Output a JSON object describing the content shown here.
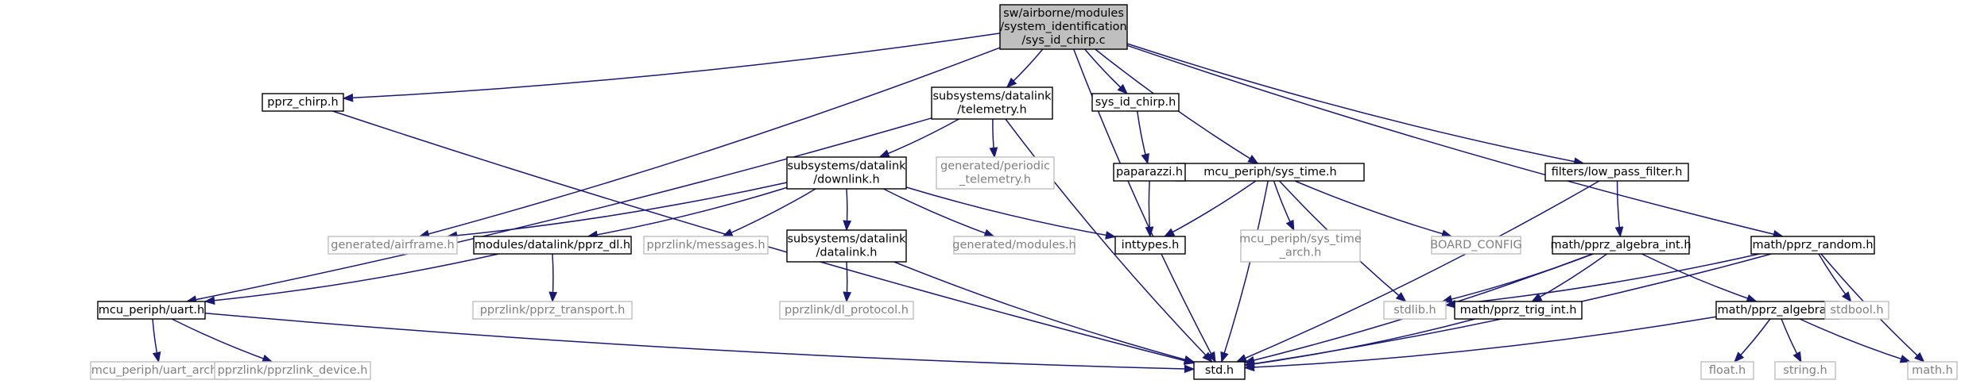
{
  "colors": {
    "edge": "#191970",
    "background": "#ffffff",
    "root_fill": "#bfbfbf",
    "node_border": "#000000",
    "missing_border": "#bfbfbf",
    "missing_text": "#808080",
    "text": "#000000"
  },
  "nodes": [
    {
      "id": "root",
      "lines": [
        "sw/airborne/modules",
        "/system_identification",
        "/sys_id_chirp.c"
      ],
      "style": "root"
    },
    {
      "id": "pprz_chirp",
      "lines": [
        "pprz_chirp.h"
      ],
      "style": "normal"
    },
    {
      "id": "telemetry",
      "lines": [
        "subsystems/datalink",
        "/telemetry.h"
      ],
      "style": "normal"
    },
    {
      "id": "sys_id_chirp_h",
      "lines": [
        "sys_id_chirp.h"
      ],
      "style": "normal"
    },
    {
      "id": "sys_time",
      "lines": [
        "mcu_periph/sys_time.h"
      ],
      "style": "normal"
    },
    {
      "id": "low_pass",
      "lines": [
        "filters/low_pass_filter.h"
      ],
      "style": "normal"
    },
    {
      "id": "pprz_random",
      "lines": [
        "math/pprz_random.h"
      ],
      "style": "normal"
    },
    {
      "id": "downlink",
      "lines": [
        "subsystems/datalink",
        "/downlink.h"
      ],
      "style": "normal"
    },
    {
      "id": "periodic",
      "lines": [
        "generated/periodic",
        "_telemetry.h"
      ],
      "style": "missing"
    },
    {
      "id": "paparazzi",
      "lines": [
        "paparazzi.h"
      ],
      "style": "normal"
    },
    {
      "id": "airframe",
      "lines": [
        "generated/airframe.h"
      ],
      "style": "missing"
    },
    {
      "id": "pprz_dl",
      "lines": [
        "modules/datalink/pprz_dl.h"
      ],
      "style": "normal"
    },
    {
      "id": "messages",
      "lines": [
        "pprzlink/messages.h"
      ],
      "style": "missing"
    },
    {
      "id": "datalink",
      "lines": [
        "subsystems/datalink",
        "/datalink.h"
      ],
      "style": "normal"
    },
    {
      "id": "modules",
      "lines": [
        "generated/modules.h"
      ],
      "style": "missing"
    },
    {
      "id": "inttypes",
      "lines": [
        "inttypes.h"
      ],
      "style": "normal"
    },
    {
      "id": "sys_time_arch",
      "lines": [
        "mcu_periph/sys_time",
        "_arch.h"
      ],
      "style": "missing"
    },
    {
      "id": "board_config",
      "lines": [
        "BOARD_CONFIG"
      ],
      "style": "missing"
    },
    {
      "id": "algebra_int",
      "lines": [
        "math/pprz_algebra_int.h"
      ],
      "style": "normal"
    },
    {
      "id": "uart",
      "lines": [
        "mcu_periph/uart.h"
      ],
      "style": "normal"
    },
    {
      "id": "pprz_transport",
      "lines": [
        "pprzlink/pprz_transport.h"
      ],
      "style": "missing"
    },
    {
      "id": "dl_protocol",
      "lines": [
        "pprzlink/dl_protocol.h"
      ],
      "style": "missing"
    },
    {
      "id": "stdlib",
      "lines": [
        "stdlib.h"
      ],
      "style": "missing"
    },
    {
      "id": "trig_int",
      "lines": [
        "math/pprz_trig_int.h"
      ],
      "style": "normal"
    },
    {
      "id": "algebra",
      "lines": [
        "math/pprz_algebra.h"
      ],
      "style": "normal"
    },
    {
      "id": "stdbool",
      "lines": [
        "stdbool.h"
      ],
      "style": "missing"
    },
    {
      "id": "uart_arch",
      "lines": [
        "mcu_periph/uart_arch.h"
      ],
      "style": "missing"
    },
    {
      "id": "pprzlink_device",
      "lines": [
        "pprzlink/pprzlink_device.h"
      ],
      "style": "missing"
    },
    {
      "id": "std",
      "lines": [
        "std.h"
      ],
      "style": "normal"
    },
    {
      "id": "float",
      "lines": [
        "float.h"
      ],
      "style": "missing"
    },
    {
      "id": "string",
      "lines": [
        "string.h"
      ],
      "style": "missing"
    },
    {
      "id": "math",
      "lines": [
        "math.h"
      ],
      "style": "missing"
    }
  ],
  "edges": [
    [
      "root",
      "std"
    ],
    [
      "root",
      "pprz_chirp"
    ],
    [
      "root",
      "airframe"
    ],
    [
      "root",
      "telemetry"
    ],
    [
      "root",
      "sys_id_chirp_h"
    ],
    [
      "root",
      "sys_time"
    ],
    [
      "root",
      "low_pass"
    ],
    [
      "root",
      "pprz_random"
    ],
    [
      "pprz_chirp",
      "std"
    ],
    [
      "telemetry",
      "downlink"
    ],
    [
      "telemetry",
      "periodic"
    ],
    [
      "telemetry",
      "uart"
    ],
    [
      "telemetry",
      "std"
    ],
    [
      "sys_id_chirp_h",
      "paparazzi"
    ],
    [
      "paparazzi",
      "inttypes"
    ],
    [
      "downlink",
      "airframe"
    ],
    [
      "downlink",
      "pprz_dl"
    ],
    [
      "downlink",
      "messages"
    ],
    [
      "downlink",
      "datalink"
    ],
    [
      "downlink",
      "modules"
    ],
    [
      "downlink",
      "inttypes"
    ],
    [
      "pprz_dl",
      "uart"
    ],
    [
      "pprz_dl",
      "pprz_transport"
    ],
    [
      "datalink",
      "dl_protocol"
    ],
    [
      "datalink",
      "std"
    ],
    [
      "sys_time",
      "inttypes"
    ],
    [
      "sys_time",
      "sys_time_arch"
    ],
    [
      "sys_time",
      "board_config"
    ],
    [
      "sys_time",
      "stdlib"
    ],
    [
      "sys_time",
      "std"
    ],
    [
      "low_pass",
      "algebra_int"
    ],
    [
      "low_pass",
      "std"
    ],
    [
      "pprz_random",
      "stdlib"
    ],
    [
      "pprz_random",
      "stdbool"
    ],
    [
      "pprz_random",
      "std"
    ],
    [
      "pprz_random",
      "math"
    ],
    [
      "algebra_int",
      "stdlib"
    ],
    [
      "algebra_int",
      "trig_int"
    ],
    [
      "algebra_int",
      "algebra"
    ],
    [
      "algebra_int",
      "std"
    ],
    [
      "trig_int",
      "std"
    ],
    [
      "algebra",
      "float"
    ],
    [
      "algebra",
      "string"
    ],
    [
      "algebra",
      "math"
    ],
    [
      "algebra",
      "std"
    ],
    [
      "uart",
      "uart_arch"
    ],
    [
      "uart",
      "pprzlink_device"
    ],
    [
      "uart",
      "std"
    ]
  ]
}
